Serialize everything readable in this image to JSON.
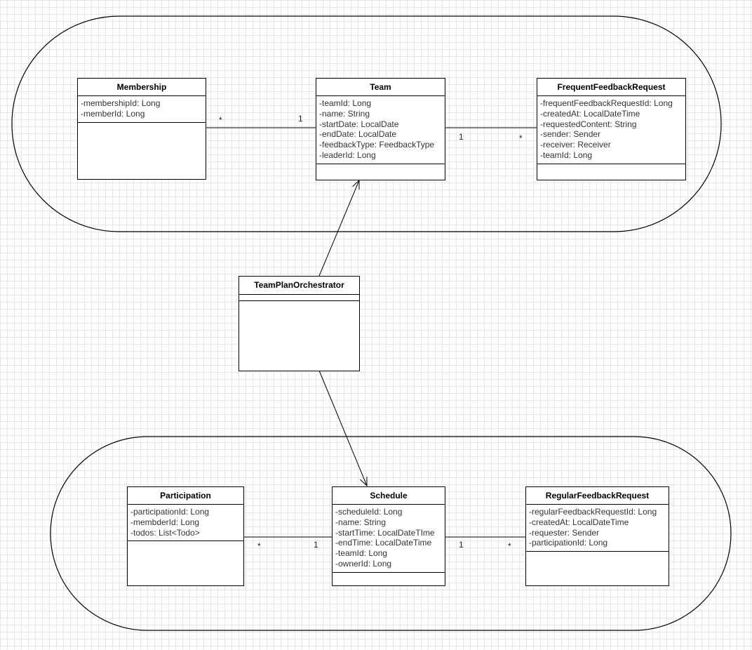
{
  "classes": {
    "membership": {
      "name": "Membership",
      "attributes": [
        "-membershipId: Long",
        "-memberId: Long"
      ]
    },
    "team": {
      "name": "Team",
      "attributes": [
        "-teamId: Long",
        "-name: String",
        "-startDate: LocalDate",
        "-endDate: LocalDate",
        "-feedbackType: FeedbackType",
        "-leaderId: Long"
      ]
    },
    "frequent_feedback_request": {
      "name": "FrequentFeedbackRequest",
      "attributes": [
        "-frequentFeedbackRequestId: Long",
        "-createdAt: LocalDateTime",
        "-requestedContent: String",
        "-sender: Sender",
        "-receiver: Receiver",
        "-teamId: Long"
      ]
    },
    "team_plan_orchestrator": {
      "name": "TeamPlanOrchestrator",
      "attributes": []
    },
    "participation": {
      "name": "Participation",
      "attributes": [
        "-participationId: Long",
        "-membderId: Long",
        "-todos: List<Todo>"
      ]
    },
    "schedule": {
      "name": "Schedule",
      "attributes": [
        "-scheduleId: Long",
        "-name: String",
        "-startTime: LocalDateTIme",
        "-endTime: LocalDateTime",
        "-teamId: Long",
        "-ownerId: Long"
      ]
    },
    "regular_feedback_request": {
      "name": "RegularFeedbackRequest",
      "attributes": [
        "-regularFeedbackRequestId: Long",
        "-createdAt: LocalDateTime",
        "-requester: Sender",
        "-participationId: Long"
      ]
    }
  },
  "associations": {
    "membership_team": {
      "from": "Membership",
      "to": "Team",
      "from_mult": "*",
      "to_mult": "1"
    },
    "team_frequent": {
      "from": "Team",
      "to": "FrequentFeedbackRequest",
      "from_mult": "1",
      "to_mult": "*"
    },
    "participation_schedule": {
      "from": "Participation",
      "to": "Schedule",
      "from_mult": "*",
      "to_mult": "1"
    },
    "schedule_regular": {
      "from": "Schedule",
      "to": "RegularFeedbackRequest",
      "from_mult": "1",
      "to_mult": "*"
    }
  },
  "dependencies": [
    {
      "from": "TeamPlanOrchestrator",
      "to": "Team"
    },
    {
      "from": "TeamPlanOrchestrator",
      "to": "Schedule"
    }
  ]
}
